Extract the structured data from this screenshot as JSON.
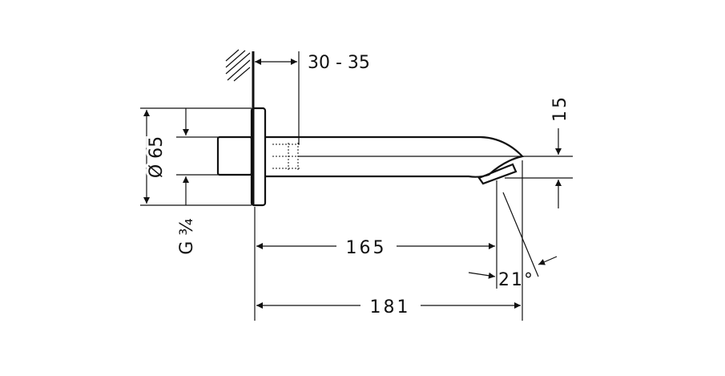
{
  "drawing": {
    "dims": {
      "wall_gap": "30 - 35",
      "diameter": "Ø 65",
      "thread": "G ¾",
      "reach": "165",
      "length": "181",
      "outlet_height": "15",
      "angle": "21°"
    }
  }
}
